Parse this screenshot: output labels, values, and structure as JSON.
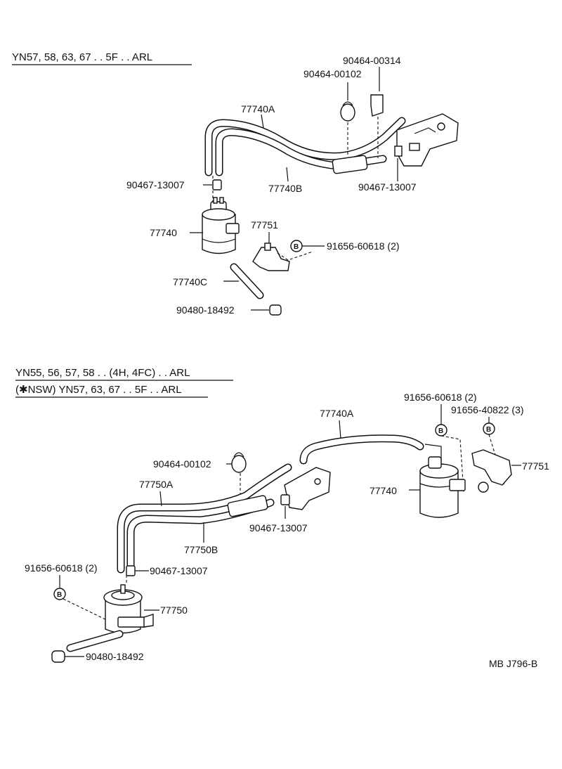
{
  "section1": {
    "header": "YN57, 58, 63, 67 . . 5F . . ARL",
    "labels": {
      "clip_a": "90464-00314",
      "clip_b": "90464-00102",
      "hose_a": "77740A",
      "hose_b": "77740B",
      "clamp_left": "90467-13007",
      "clamp_right": "90467-13007",
      "canister": "77740",
      "bracket": "77751",
      "bolt": "91656-60618 (2)",
      "hose_c": "77740C",
      "plug": "90480-18492"
    }
  },
  "section2": {
    "header_line1": "YN55, 56, 57, 58 . . (4H, 4FC) . . ARL",
    "header_line2": "(✱NSW) YN57, 63, 67 . . 5F . . ARL",
    "labels": {
      "bolt_a": "91656-60618 (2)",
      "bolt_b": "91656-40822 (3)",
      "hose_a_right": "77740A",
      "bracket": "77751",
      "canister_right": "77740",
      "clip": "90464-00102",
      "hose_a_left": "77750A",
      "hose_b_left": "77750B",
      "clamp_mid": "90467-13007",
      "bolt_left": "91656-60618 (2)",
      "clamp_left": "90467-13007",
      "canister_left": "77750",
      "plug": "90480-18492"
    }
  },
  "bolt_symbol": "B",
  "diagram_code": "MB J796-B"
}
